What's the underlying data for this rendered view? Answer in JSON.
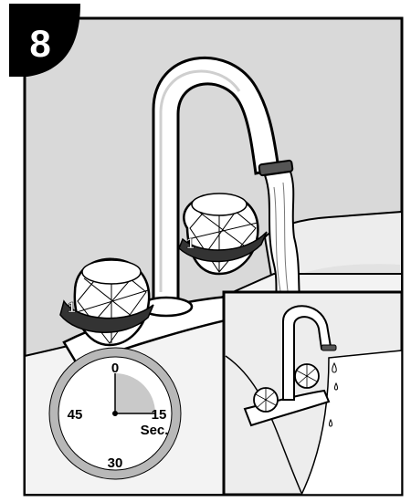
{
  "step": {
    "number": "8"
  },
  "timer": {
    "marks": {
      "top": "0",
      "right": "15",
      "bottom": "30",
      "left": "45"
    },
    "unit": "Sec.",
    "elapsed_seconds": 15
  },
  "handles": {
    "turn_label_left": "1",
    "turn_label_right": "1"
  },
  "colors": {
    "background": "#d9d9d9",
    "outline": "#000000",
    "fixture": "#ffffff",
    "timer_ring": "#b8b8b8",
    "timer_sector": "#c9c9c9"
  }
}
